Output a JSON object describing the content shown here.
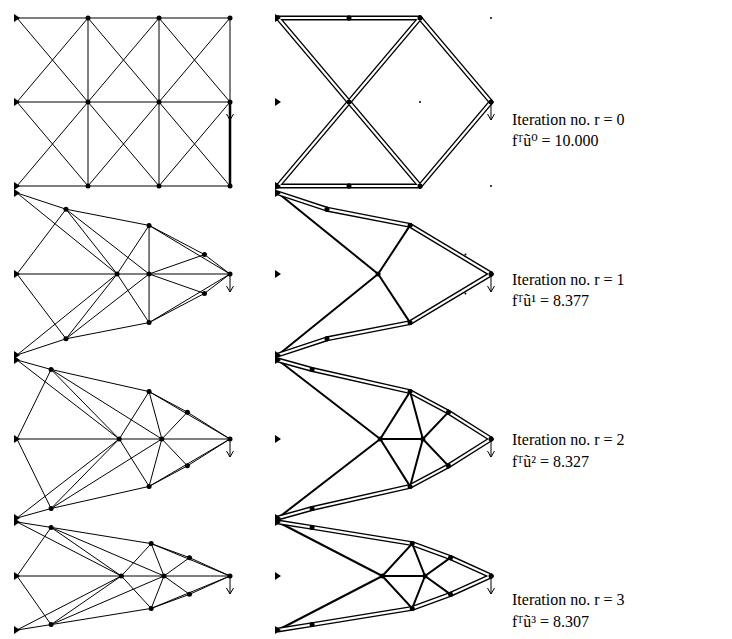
{
  "diagram": {
    "labels": [
      "Iteration no. r = 0",
      "fᵀũ⁰ = 10.000",
      "Iteration no. r = 1",
      "fᵀũ¹ = 8.377",
      "Iteration no. r = 2",
      "fᵀũ² = 8.327",
      "Iteration no. r = 3",
      "fᵀũ³ = 8.307"
    ]
  }
}
